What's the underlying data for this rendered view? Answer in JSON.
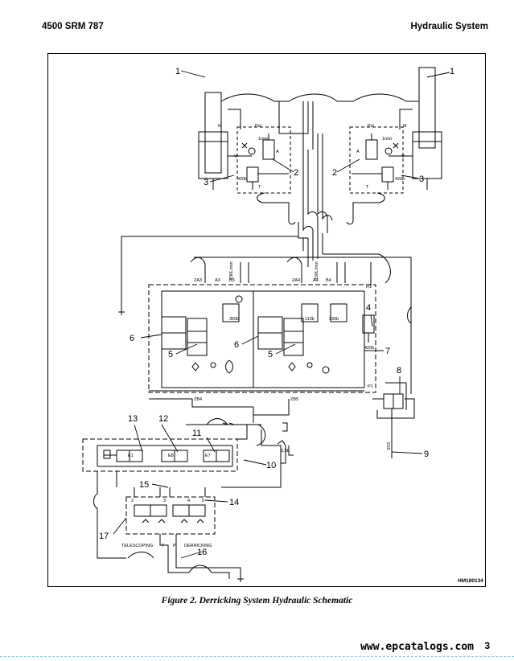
{
  "header": {
    "left": "4500 SRM 787",
    "right": "Hydraulic System"
  },
  "figure": {
    "id": "HM180134",
    "caption": "Figure 2. Derricking System Hydraulic Schematic"
  },
  "callouts": {
    "c1": "1",
    "c2": "2",
    "c3": "3",
    "c4": "4",
    "c5": "5",
    "c6": "6",
    "c7": "7",
    "c8": "8",
    "c9": "9",
    "c10": "10",
    "c11": "11",
    "c12": "12",
    "c13": "13",
    "c14": "14",
    "c15": "15",
    "c16": "16",
    "c17": "17"
  },
  "labels": {
    "m": "M",
    "pst": "Pst",
    "v": "V",
    "a": "A",
    "b": "B",
    "t": "T",
    "p": "P",
    "mm1": "1mm",
    "bar420": "420b",
    "za3": "ZA3",
    "ax": "AX",
    "b3": "B3",
    "za4": "ZA4",
    "a4": "A4",
    "b4": "B4",
    "r1": "R1",
    "p1": "P1",
    "zb4": "ZB4",
    "zb5": "ZB5",
    "lmin230": "230L/min",
    "lmin150": "150L/min",
    "bar350": "350b",
    "bar110": "110b",
    "bar390": "390b",
    "bar420b": "420b",
    "b3s": "3SS",
    "bar3_5": "3,5b",
    "e1": "E1",
    "e8": "E8",
    "e7": "E7",
    "n1": "1",
    "n2": "2",
    "n3": "3",
    "n4": "4",
    "n5": "5",
    "telescoping": "TELESCOPING",
    "derricking": "DERRICKING"
  },
  "footer": {
    "url": "www.epcatalogs.com",
    "page": "3"
  },
  "colors": {
    "line": "#000000",
    "footer_rule": "#8cc4e6"
  }
}
